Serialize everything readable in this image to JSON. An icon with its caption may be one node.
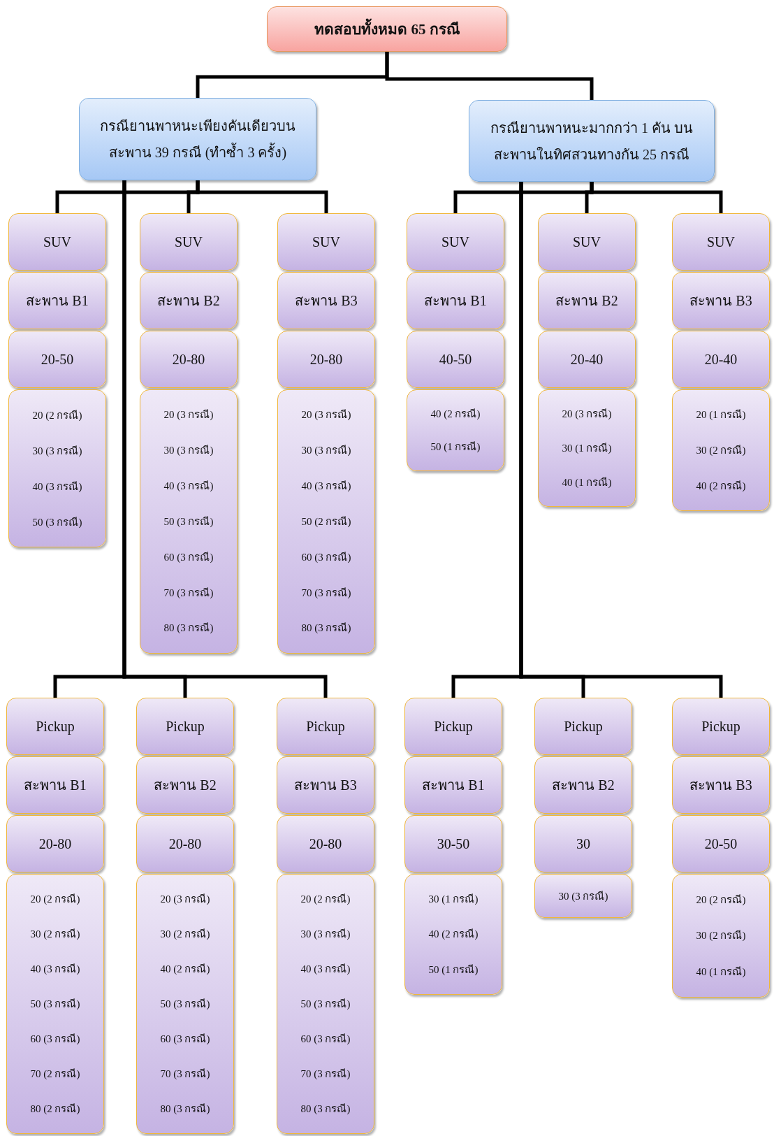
{
  "diagram": {
    "nodes": [
      {
        "text": [
          "ทดสอบทั้งหมด 65 กรณี"
        ]
      },
      {
        "text": [
          "กรณียานพาหนะเพียงคันเดียวบน สะพาน 39 กรณี (ทำซ้ำ 3 ครั้ง)"
        ]
      },
      {
        "text": [
          "กรณียานพาหนะมากกว่า 1 คัน บน สะพานในทิศสวนทางกัน 25 กรณี"
        ]
      },
      {
        "text": [
          "SUV"
        ]
      },
      {
        "text": [
          "สะพาน B1"
        ]
      },
      {
        "text": [
          "20-50"
        ]
      },
      {
        "text": [
          "20 (2 กรณี)",
          "30 (3 กรณี)",
          "40 (3 กรณี)",
          "50 (3 กรณี)"
        ]
      },
      {
        "text": [
          "SUV"
        ]
      },
      {
        "text": [
          "สะพาน B2"
        ]
      },
      {
        "text": [
          "20-80"
        ]
      },
      {
        "text": [
          "20 (3 กรณี)",
          "30 (3 กรณี)",
          "40 (3 กรณี)",
          "50 (3 กรณี)",
          "60 (3 กรณี)",
          "70 (3 กรณี)",
          "80 (3 กรณี)"
        ]
      },
      {
        "text": [
          "SUV"
        ]
      },
      {
        "text": [
          "สะพาน B3"
        ]
      },
      {
        "text": [
          "20-80"
        ]
      },
      {
        "text": [
          "20 (3 กรณี)",
          "30 (3 กรณี)",
          "40 (3 กรณี)",
          "50 (2 กรณี)",
          "60 (3 กรณี)",
          "70 (3 กรณี)",
          "80 (3 กรณี)"
        ]
      },
      {
        "text": [
          "SUV"
        ]
      },
      {
        "text": [
          "สะพาน B1"
        ]
      },
      {
        "text": [
          "40-50"
        ]
      },
      {
        "text": [
          "40 (2 กรณี)",
          "50 (1 กรณี)"
        ]
      },
      {
        "text": [
          "SUV"
        ]
      },
      {
        "text": [
          "สะพาน B2"
        ]
      },
      {
        "text": [
          "20-40"
        ]
      },
      {
        "text": [
          "20 (3 กรณี)",
          "30 (1 กรณี)",
          "40 (1 กรณี)"
        ]
      },
      {
        "text": [
          "SUV"
        ]
      },
      {
        "text": [
          "สะพาน B3"
        ]
      },
      {
        "text": [
          "20-40"
        ]
      },
      {
        "text": [
          "20 (1 กรณี)",
          "30 (2 กรณี)",
          "40 (2 กรณี)"
        ]
      },
      {
        "text": [
          "Pickup"
        ]
      },
      {
        "text": [
          "สะพาน B1"
        ]
      },
      {
        "text": [
          "20-80"
        ]
      },
      {
        "text": [
          "20 (2 กรณี)",
          "30 (2 กรณี)",
          "40 (3 กรณี)",
          "50 (3 กรณี)",
          "60 (3 กรณี)",
          "70 (2 กรณี)",
          "80 (2 กรณี)"
        ]
      },
      {
        "text": [
          "Pickup"
        ]
      },
      {
        "text": [
          "สะพาน B2"
        ]
      },
      {
        "text": [
          "20-80"
        ]
      },
      {
        "text": [
          "20 (3 กรณี)",
          "30 (2 กรณี)",
          "40 (2 กรณี)",
          "50 (3 กรณี)",
          "60 (3 กรณี)",
          "70 (3 กรณี)",
          "80 (3 กรณี)"
        ]
      },
      {
        "text": [
          "Pickup"
        ]
      },
      {
        "text": [
          "สะพาน B3"
        ]
      },
      {
        "text": [
          "20-80"
        ]
      },
      {
        "text": [
          "20 (2 กรณี)",
          "30 (3 กรณี)",
          "40 (3 กรณี)",
          "50 (3 กรณี)",
          "60 (3 กรณี)",
          "70 (3 กรณี)",
          "80 (3 กรณี)"
        ]
      },
      {
        "text": [
          "Pickup"
        ]
      },
      {
        "text": [
          "สะพาน B1"
        ]
      },
      {
        "text": [
          "30-50"
        ]
      },
      {
        "text": [
          "30 (1 กรณี)",
          "40 (2 กรณี)",
          "50 (1 กรณี)"
        ]
      },
      {
        "text": [
          "Pickup"
        ]
      },
      {
        "text": [
          "สะพาน B2"
        ]
      },
      {
        "text": [
          "30"
        ]
      },
      {
        "text": [
          "30 (3 กรณี)"
        ]
      },
      {
        "text": [
          "Pickup"
        ]
      },
      {
        "text": [
          "สะพาน B3"
        ]
      },
      {
        "text": [
          "20-50"
        ]
      },
      {
        "text": [
          "20 (2 กรณี)",
          "30 (2 กรณี)",
          "40 (1 กรณี)"
        ]
      }
    ],
    "edges": [
      {
        "from": 0,
        "to": 1,
        "arrow": "none"
      },
      {
        "from": 0,
        "to": 2,
        "arrow": "none"
      },
      {
        "from": 1,
        "to": 3,
        "arrow": "none"
      },
      {
        "from": 1,
        "to": 7,
        "arrow": "none"
      },
      {
        "from": 1,
        "to": 11,
        "arrow": "none"
      },
      {
        "from": 1,
        "to": 27,
        "arrow": "none"
      },
      {
        "from": 1,
        "to": 31,
        "arrow": "none"
      },
      {
        "from": 1,
        "to": 35,
        "arrow": "none"
      },
      {
        "from": 2,
        "to": 15,
        "arrow": "none"
      },
      {
        "from": 2,
        "to": 19,
        "arrow": "none"
      },
      {
        "from": 2,
        "to": 23,
        "arrow": "none"
      },
      {
        "from": 2,
        "to": 39,
        "arrow": "none"
      },
      {
        "from": 2,
        "to": 43,
        "arrow": "none"
      },
      {
        "from": 2,
        "to": 47,
        "arrow": "none"
      }
    ]
  }
}
